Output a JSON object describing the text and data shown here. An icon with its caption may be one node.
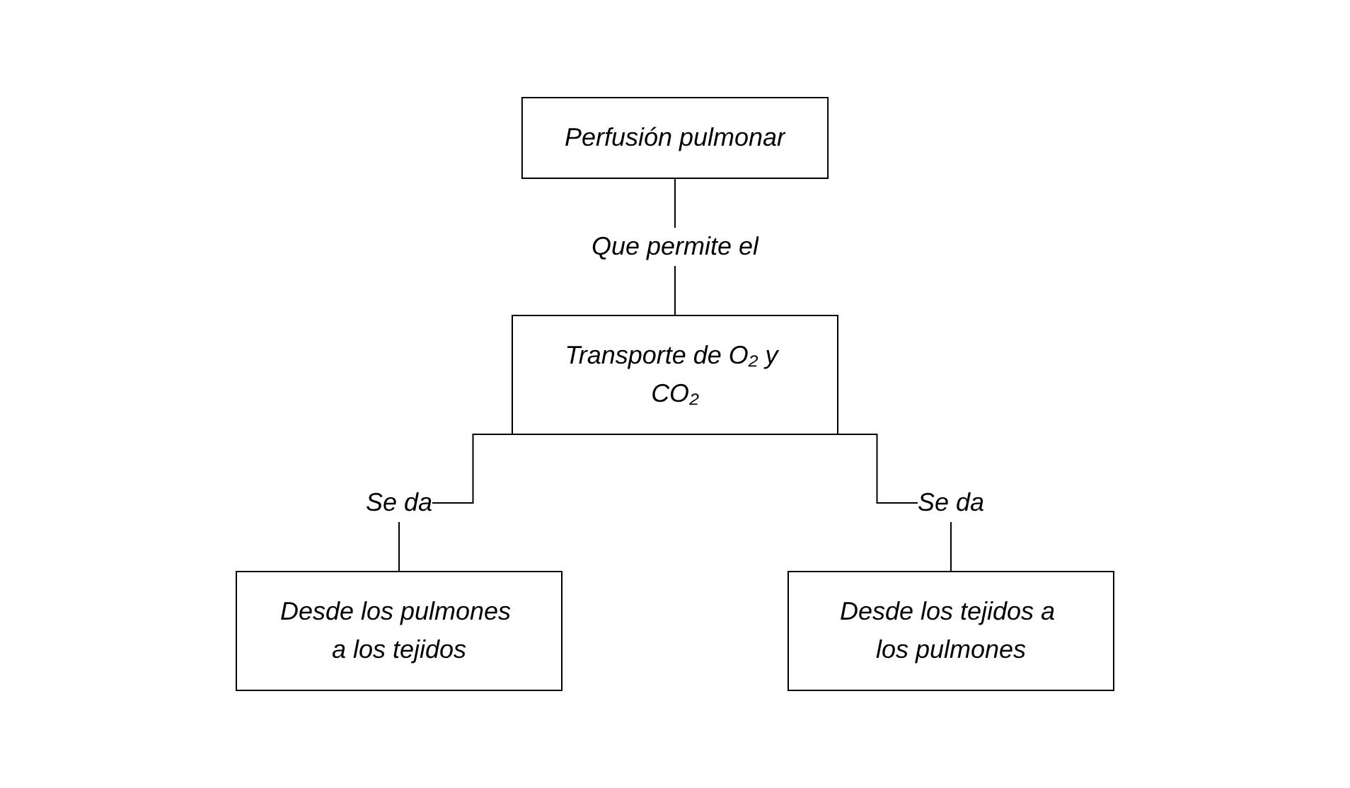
{
  "diagram": {
    "nodes": [
      {
        "text": [
          "Perfusión pulmonar"
        ]
      },
      {
        "text": [
          "Transporte de O₂ y CO₂"
        ]
      },
      {
        "text": [
          "Desde los pulmones a los tejidos"
        ]
      },
      {
        "text": [
          "Desde los tejidos a los pulmones"
        ]
      }
    ],
    "edges": [
      {
        "from": 0,
        "to": 1,
        "arrow": "none",
        "label": "Que permite el"
      },
      {
        "from": 1,
        "to": 2,
        "arrow": "none",
        "label": "Se da"
      },
      {
        "from": 1,
        "to": 3,
        "arrow": "none",
        "label": "Se da"
      }
    ]
  }
}
